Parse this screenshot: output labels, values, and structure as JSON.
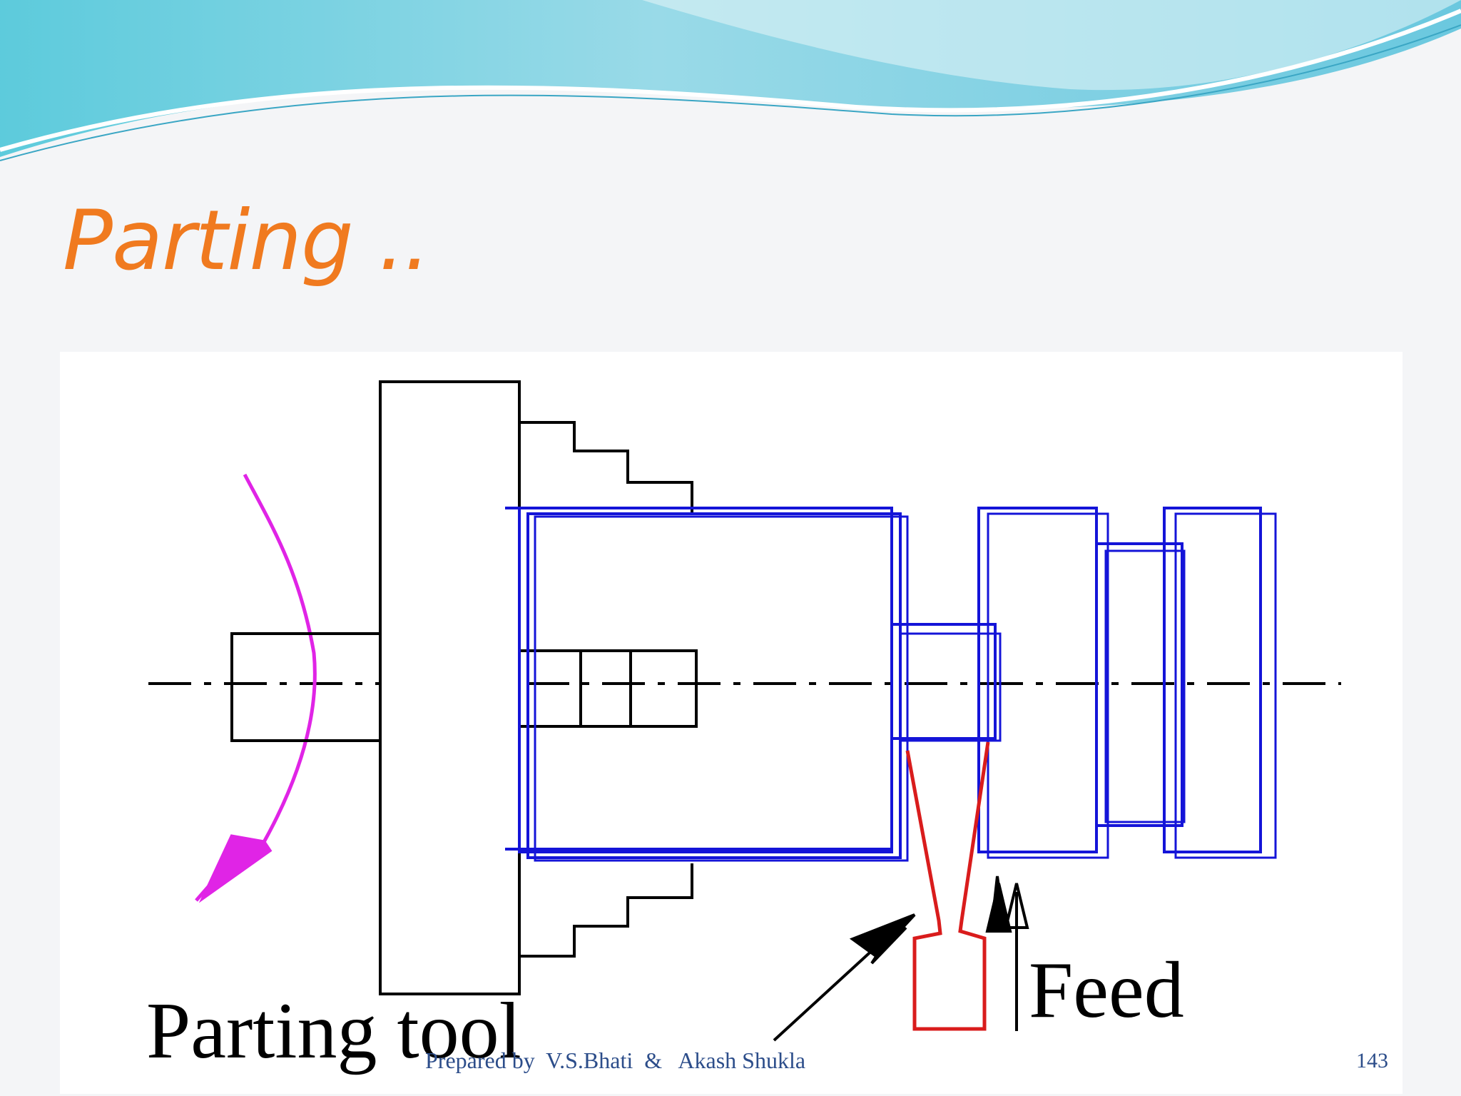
{
  "slide": {
    "title": "Parting ..",
    "footer": "Prepared by  V.S.Bhati  &   Akash Shukla",
    "page_number": "143"
  },
  "diagram": {
    "labels": {
      "parting_tool": "Parting tool",
      "feed": "Feed"
    }
  },
  "colors": {
    "title": "#f07a1f",
    "workpiece": "#1414d8",
    "tool": "#d91c1c",
    "rotation_arrow": "#e024e6",
    "lathe": "#000000",
    "footer": "#2c4d8a"
  }
}
